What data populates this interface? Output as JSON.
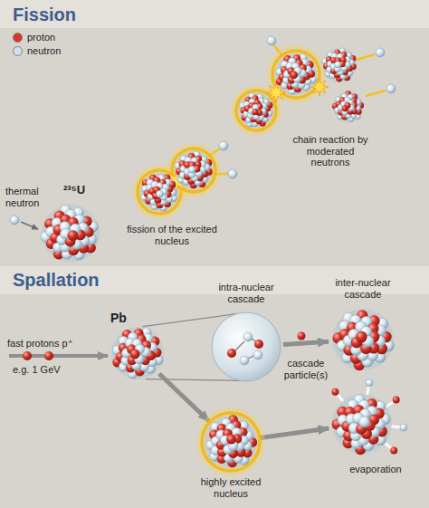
{
  "diagram": {
    "nodes": [
      {
        "text": [
          "²³⁵U"
        ]
      },
      {
        "text": [
          "fission of the excited nucleus"
        ]
      },
      {
        "text": [
          "chain reaction by moderated neutrons"
        ]
      },
      {
        "text": [
          "Pb"
        ]
      },
      {
        "text": [
          "intra-nuclear cascade"
        ]
      },
      {
        "text": [
          "inter-nuclear cascade"
        ]
      },
      {
        "text": [
          "highly excited nucleus"
        ]
      },
      {
        "text": [
          "evaporation"
        ]
      }
    ],
    "edges": [
      {
        "from": 3,
        "to": 4,
        "arrow": "none"
      },
      {
        "from": 4,
        "to": 5,
        "arrow": "to",
        "label": "cascade particle(s)"
      },
      {
        "from": 3,
        "to": 6,
        "arrow": "to"
      },
      {
        "from": 6,
        "to": 7,
        "arrow": "to"
      }
    ],
    "labels": [
      "Fission",
      "thermal neutron",
      "Spallation",
      "fast protons p⁺",
      "e.g. 1 GeV"
    ],
    "legend": [
      {
        "text": "proton",
        "color": "#d8342a"
      },
      {
        "text": "neutron",
        "color": "#cfe2ec"
      }
    ]
  }
}
